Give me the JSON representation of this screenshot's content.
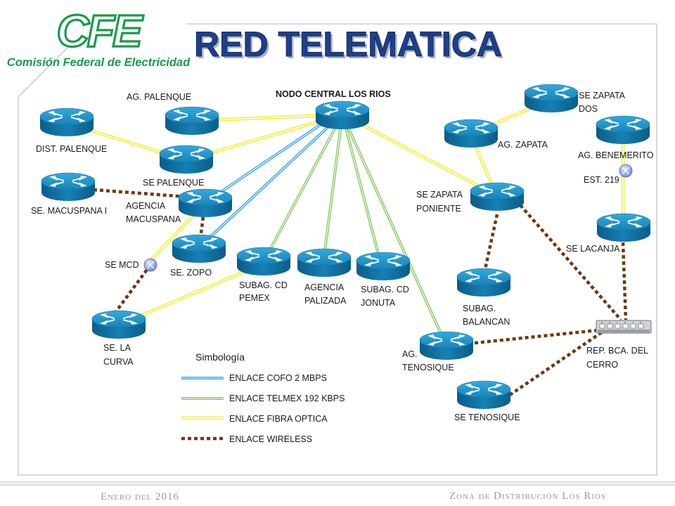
{
  "logo": {
    "mark": "CFE",
    "name": "Comisión Federal de Electricidad",
    "color": "#1a9a4a"
  },
  "title": "RED TELEMATICA",
  "colors": {
    "title": "#1f3f8a",
    "router_top": "#1e8fc4",
    "router_side": "#0f6d9c",
    "cofo": "#3ea7d6",
    "telmex": "#8cc96a",
    "fibra": "#f2f25a",
    "wireless": "#6b3a12"
  },
  "nodes": {
    "central": "NODO CENTRAL LOS RIOS",
    "ag_palenque": "AG. PALENQUE",
    "dist_palenque": "DIST. PALENQUE",
    "se_palenque": "SE PALENQUE",
    "se_macuspana": "SE. MACUSPANA I",
    "ag_macuspana_1": "AGENCIA",
    "ag_macuspana_2": "MACUSPANA",
    "se_zopo": "SE. ZOPO",
    "se_mcd": "SE MCD",
    "se_la_curva_1": "SE. LA",
    "se_la_curva_2": "CURVA",
    "subag_pemex_1": "SUBAG. CD",
    "subag_pemex_2": "PEMEX",
    "ag_palizada_1": "AGENCIA",
    "ag_palizada_2": "PALIZADA",
    "subag_jonuta_1": "SUBAG. CD",
    "subag_jonuta_2": "JONUTA",
    "se_zapata_dos_1": "SE ZAPATA",
    "se_zapata_dos_2": "DOS",
    "ag_zapata": "AG. ZAPATA",
    "ag_benemerito": "AG. BENEMERITO",
    "est_219": "EST. 219",
    "se_zapata_pon_1": "SE ZAPATA",
    "se_zapata_pon_2": "PONIENTE",
    "se_lacanja": "SE LACANJA",
    "subag_balancan_1": "SUBAG.",
    "subag_balancan_2": "BALANCAN",
    "rep_cerro_1": "REP. BCA. DEL",
    "rep_cerro_2": "CERRO",
    "ag_tenosique_1": "AG.",
    "ag_tenosique_2": "TENOSIQUE",
    "se_tenosique": "SE TENOSIQUE"
  },
  "legend": {
    "title": "Simbología",
    "items": [
      {
        "key": "cofo",
        "label": "ENLACE  COFO 2 MBPS"
      },
      {
        "key": "telmex",
        "label": "ENLACE TELMEX 192 KBPS"
      },
      {
        "key": "fibra",
        "label": "ENLACE FIBRA OPTICA"
      },
      {
        "key": "wireless",
        "label": "ENLACE WIRELESS"
      }
    ]
  },
  "footer": {
    "left": "Enero del 2016",
    "right": "Zona de Distribución Los Rios"
  }
}
